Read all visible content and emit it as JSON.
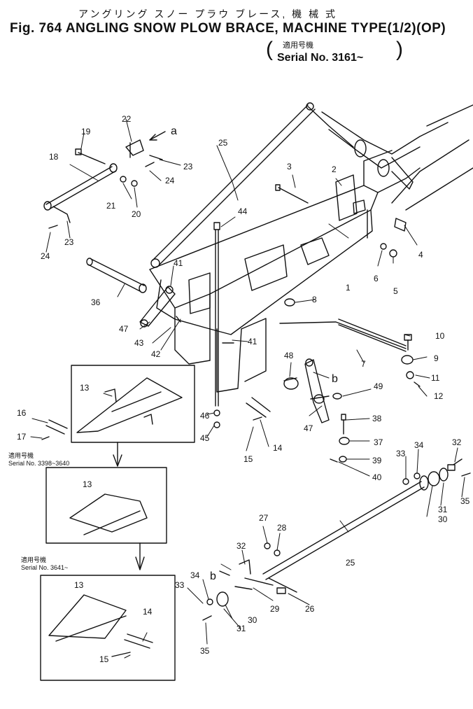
{
  "header": {
    "title_jp": "アングリング スノー プラウ ブレース, 機 械 式",
    "title_en": "Fig. 764 ANGLING SNOW PLOW BRACE, MACHINE TYPE(1/2)(OP)",
    "serial_jp": "適用号機",
    "serial_en": "Serial No. 3161~"
  },
  "insets": [
    {
      "caption_jp": "適用号機",
      "caption_en": "Serial No. 3398~3640"
    },
    {
      "caption_jp": "適用号機",
      "caption_en": "Serial No. 3641~"
    }
  ],
  "arrow_labels": {
    "a": "a",
    "b": "b"
  },
  "callouts": [
    "1",
    "2",
    "3",
    "4",
    "5",
    "6",
    "7",
    "8",
    "9",
    "10",
    "11",
    "12",
    "13",
    "14",
    "15",
    "16",
    "17",
    "18",
    "19",
    "20",
    "21",
    "22",
    "23",
    "24",
    "25",
    "26",
    "27",
    "28",
    "29",
    "30",
    "31",
    "32",
    "33",
    "34",
    "35",
    "36",
    "37",
    "38",
    "39",
    "40",
    "41",
    "42",
    "43",
    "44",
    "45",
    "46",
    "47",
    "48",
    "49"
  ],
  "line_color": "#111111"
}
